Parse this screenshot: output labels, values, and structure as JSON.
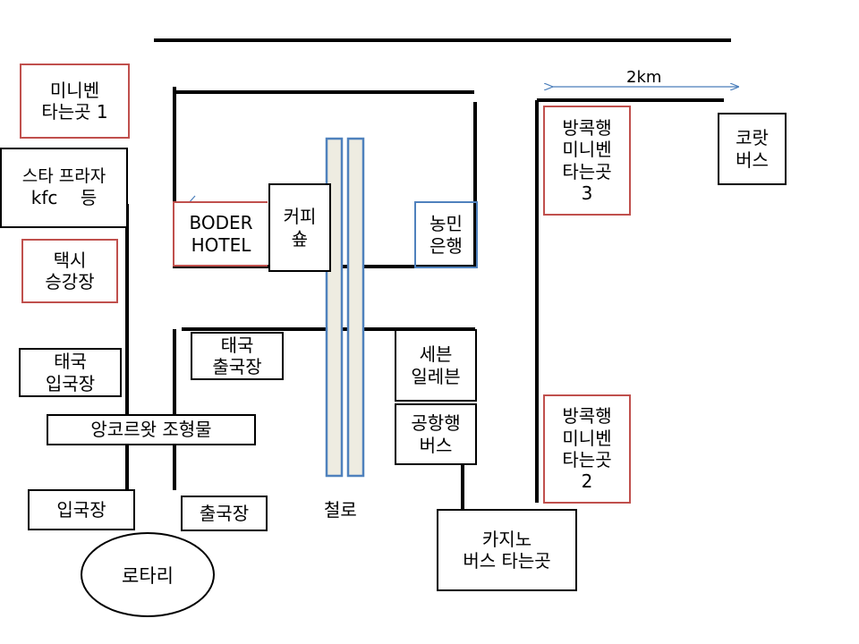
{
  "places": {
    "minivan_1": [
      "미니벤",
      "타는곳 1"
    ],
    "star_plaza": [
      "스타 프라자",
      "kfc    등"
    ],
    "taxi": [
      "택시",
      "승강장"
    ],
    "thai_arrival_left": [
      "태국",
      "입국장"
    ],
    "angkor_statue": "앙코르왓 조형물",
    "arrival": "입국장",
    "departure": "출국장",
    "rotary": "로타리",
    "border_hotel": [
      "BODER",
      "HOTEL"
    ],
    "coffee_shop": [
      "커피",
      "숖"
    ],
    "nongmin_bank": [
      "농민",
      "은행"
    ],
    "thai_departure": [
      "태국",
      "출국장"
    ],
    "seven_eleven": [
      "세븐",
      "일레븐"
    ],
    "airport_bus": [
      "공항행",
      "버스"
    ],
    "casino_bus": [
      "카지노",
      "버스 타는곳"
    ],
    "bkk_minivan_3": [
      "방콕행",
      "미니벤",
      "타는곳",
      "3"
    ],
    "bkk_minivan_2": [
      "방콕행",
      "미니벤",
      "타는곳",
      "2"
    ],
    "korat_bus": [
      "코랏",
      "버스"
    ]
  },
  "labels": {
    "railway": "철로",
    "distance": "2km"
  },
  "colors": {
    "stroke": "#000000",
    "red_border": "#c0504d",
    "blue_border": "#4f81bd",
    "rail_fill": "#eeece1",
    "arrow": "#4a7ebb"
  }
}
